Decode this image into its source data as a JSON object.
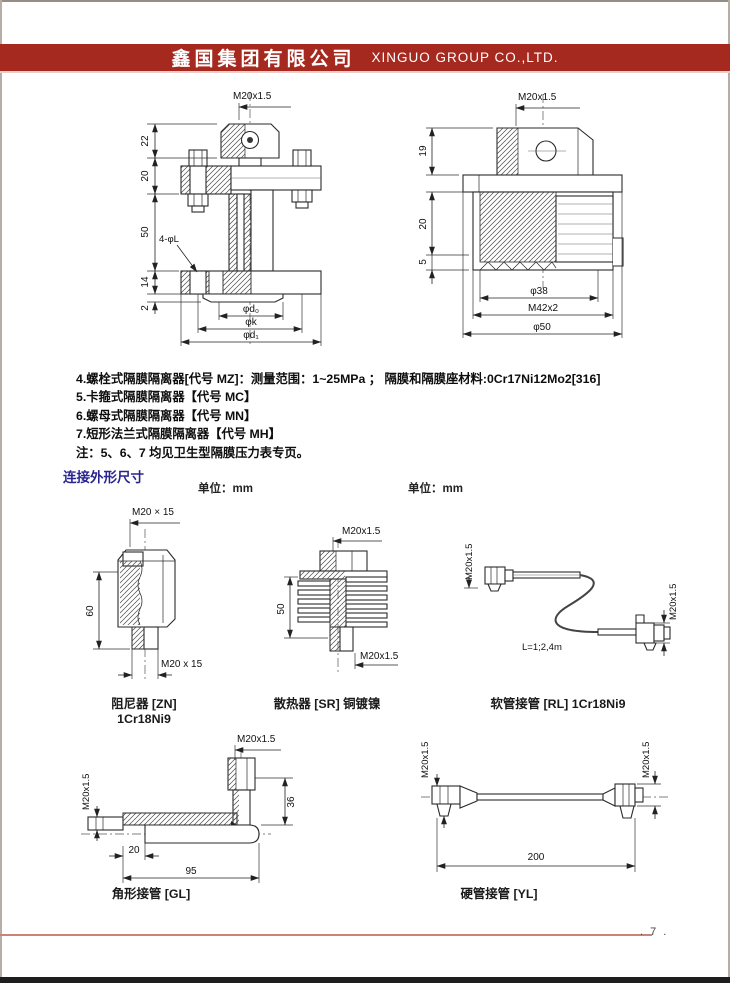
{
  "colors": {
    "header_red": "#a5291f",
    "title_blue": "#2a2490",
    "footer_line": "#c9837b"
  },
  "header": {
    "company_cn": "鑫国集团有限公司",
    "company_en": "XINGUO GROUP CO.,LTD."
  },
  "notes": {
    "line4": "4.螺栓式隔膜隔离器[代号 MZ]：测量范围：1~25MPa ； 隔膜和隔膜座材料:0Cr17Ni12Mo2[316]",
    "line5": "5.卡箍式隔膜隔离器【代号 MC】",
    "line6": "6.螺母式隔膜隔离器【代号 MN】",
    "line7": "7.短形法兰式隔膜隔离器【代号 MH】",
    "note": "注：5、6、7 均见卫生型隔膜压力表专页。"
  },
  "section": {
    "title": "连接外形尺寸",
    "unit_left": "单位：mm",
    "unit_right": "单位：mm"
  },
  "drawings": {
    "bolted": {
      "thread_top": "M20x1.5",
      "dim_a": "22",
      "dim_b": "20",
      "dim_c": "50",
      "dim_d": "14",
      "dim_e": "2",
      "holes": "4-φL",
      "dia_inner": "φd₀",
      "dia_bolt_circle": "φk",
      "dia_outer": "φd₁"
    },
    "threaded": {
      "thread_top": "M20x1.5",
      "dim_a": "19",
      "dim_b": "20",
      "dim_c": "5",
      "dia_face": "φ38",
      "thread_bottom": "M42x2",
      "dia_outer": "φ50"
    },
    "damper": {
      "thread_top": "M20 × 15",
      "dim_height": "60",
      "thread_bottom": "M20 x 15",
      "caption": "阻尼器 [ZN] 1Cr18Ni9"
    },
    "radiator": {
      "thread_top": "M20x1.5",
      "dim_height": "50",
      "thread_bottom": "M20x1.5",
      "caption": "散热器 [SR] 铜镀镍"
    },
    "hose": {
      "thread_left": "M20x1.5",
      "thread_right": "M20x1.5",
      "length_note": "L=1;2,4m",
      "caption": "软管接管 [RL] 1Cr18Ni9"
    },
    "angle": {
      "thread_top": "M20x1.5",
      "thread_left": "M20x1.5",
      "dim_height": "36",
      "dim_offset": "20",
      "dim_length": "95",
      "caption": "角形接管 [GL]"
    },
    "rigid": {
      "thread_left": "M20x1.5",
      "thread_right": "M20x1.5",
      "dim_length": "200",
      "caption": "硬管接管 [YL]"
    }
  },
  "footer": {
    "page_number": ". 7 ."
  }
}
